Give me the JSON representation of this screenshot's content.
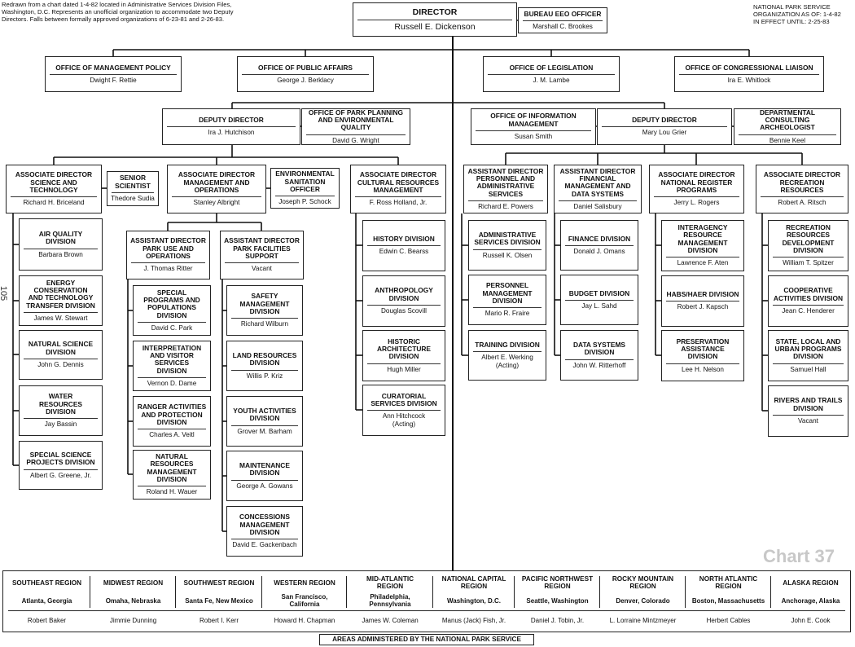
{
  "notes": {
    "left": "Redrawn from a chart dated 1-4-82 located in Administrative Services Division Files,\nWashington, D.C. Represents an unofficial organization to accommodate two Deputy\nDirectors. Falls between formally approved organizations of 6-23-81 and 2-26-83.",
    "right": "National Park Service\nOrganization as of: 1-4-82\nIn effect until: 2-25-83",
    "page_mark": "105",
    "chart_number": "Chart 37"
  },
  "units": {
    "director": {
      "title": "Director",
      "name": "Russell E. Dickenson"
    },
    "eeo": {
      "title": "Bureau EEO Officer",
      "name": "Marshall C. Brookes"
    },
    "mgmt_policy": {
      "title": "Office of Management Policy",
      "name": "Dwight F. Rettie"
    },
    "public_affairs": {
      "title": "Office of Public Affairs",
      "name": "George J. Berklacy"
    },
    "legislation": {
      "title": "Office of Legislation",
      "name": "J. M. Lambe"
    },
    "congressional": {
      "title": "Office of Congressional Liaison",
      "name": "Ira E. Whitlock"
    },
    "deputy_left": {
      "title": "Deputy Director",
      "name": "Ira J. Hutchison"
    },
    "park_planning": {
      "title": "Office of Park Planning\nand Environmental\nQuality",
      "name": "David G. Wright"
    },
    "info_mgmt": {
      "title": "Office of Information\nManagement",
      "name": "Susan Smith"
    },
    "deputy_right": {
      "title": "Deputy Director",
      "name": "Mary Lou Grier"
    },
    "archeologist": {
      "title": "Departmental\nConsulting\nArcheologist",
      "name": "Bennie Keel"
    },
    "ad_science": {
      "title": "Associate Director\nScience and\nTechnology",
      "name": "Richard H. Briceland"
    },
    "senior_scientist": {
      "title": "Senior\nScientist",
      "name": "Thedore Sudia"
    },
    "ad_operations": {
      "title": "Associate Director\nManagement and\nOperations",
      "name": "Stanley Albright"
    },
    "env_sanitation": {
      "title": "Environmental\nSanitation\nOfficer",
      "name": "Joseph P. Schock"
    },
    "ad_cultural": {
      "title": "Associate Director\nCultural Resources\nManagement",
      "name": "F. Ross Holland, Jr."
    },
    "asd_personnel": {
      "title": "Assistant Director\nPersonnel and\nAdministrative\nServices",
      "name": "Richard E. Powers"
    },
    "asd_financial": {
      "title": "Assistant Director\nFinancial\nManagement and\nData Systems",
      "name": "Daniel Salisbury"
    },
    "ad_register": {
      "title": "Associate Director\nNational Register\nPrograms",
      "name": "Jerry L. Rogers"
    },
    "ad_recreation": {
      "title": "Associate Director\nRecreation\nResources",
      "name": "Robert A. Ritsch"
    },
    "air_quality": {
      "title": "Air Quality\nDivision",
      "name": "Barbara Brown"
    },
    "energy": {
      "title": "Energy\nConservation\nand Technology\nTransfer Division",
      "name": "James W. Stewart"
    },
    "natural_science": {
      "title": "Natural Science\nDivision",
      "name": "John G. Dennis"
    },
    "water": {
      "title": "Water\nResources\nDivision",
      "name": "Jay Bassin"
    },
    "special_science": {
      "title": "Special Science\nProjects Division",
      "name": "Albert G. Greene, Jr."
    },
    "asd_park_use": {
      "title": "Assistant Director\nPark Use and\nOperations",
      "name": "J. Thomas Ritter"
    },
    "asd_facilities": {
      "title": "Assistant Director\nPark Facilities\nSupport",
      "name": "Vacant"
    },
    "special_programs": {
      "title": "Special\nPrograms and\nPopulations\nDivision",
      "name": "David C. Park"
    },
    "interpretation": {
      "title": "Interpretation\nand Visitor\nServices\nDivision",
      "name": "Vernon D. Dame"
    },
    "ranger": {
      "title": "Ranger Activities\nand Protection\nDivision",
      "name": "Charles A. Veitl"
    },
    "natural_resources": {
      "title": "Natural\nResources\nManagement\nDivision",
      "name": "Roland H. Wauer"
    },
    "safety": {
      "title": "Safety\nManagement\nDivision",
      "name": "Richard Wilburn"
    },
    "land_resources": {
      "title": "Land Resources\nDivision",
      "name": "Willis P. Kriz"
    },
    "youth": {
      "title": "Youth Activities\nDivision",
      "name": "Grover M. Barham"
    },
    "maintenance": {
      "title": "Maintenance\nDivision",
      "name": "George A. Gowans"
    },
    "concessions": {
      "title": "Concessions\nManagement\nDivision",
      "name": "David E. Gackenbach"
    },
    "history": {
      "title": "History Division",
      "name": "Edwin C. Bearss"
    },
    "anthropology": {
      "title": "Anthropology\nDivision",
      "name": "Douglas Scovill"
    },
    "historic_arch": {
      "title": "Historic\nArchitecture\nDivision",
      "name": "Hugh Miller"
    },
    "curatorial": {
      "title": "Curatorial\nServices Division",
      "name": "Ann Hitchcock\n(Acting)"
    },
    "admin_services": {
      "title": "Administrative\nServices Division",
      "name": "Russell K. Olsen"
    },
    "personnel_mgmt": {
      "title": "Personnel\nManagement\nDivision",
      "name": "Mario R. Fraire"
    },
    "training": {
      "title": "Training Division",
      "name": "Albert E. Werking\n(Acting)"
    },
    "finance": {
      "title": "Finance Division",
      "name": "Donald J. Omans"
    },
    "budget": {
      "title": "Budget Division",
      "name": "Jay L. Sahd"
    },
    "data_systems": {
      "title": "Data Systems\nDivision",
      "name": "John W. Ritterhoff"
    },
    "interagency": {
      "title": "Interagency\nResource\nManagement\nDivision",
      "name": "Lawrence F. Aten"
    },
    "habs": {
      "title": "HABS/HAER Division",
      "name": "Robert J. Kapsch"
    },
    "preservation": {
      "title": "Preservation\nAssistance\nDivision",
      "name": "Lee H. Nelson"
    },
    "recreation_dev": {
      "title": "Recreation\nResources\nDevelopment\nDivision",
      "name": "William T. Spitzer"
    },
    "cooperative": {
      "title": "Cooperative\nActivities Division",
      "name": "Jean C. Henderer"
    },
    "state_local": {
      "title": "State, Local and\nUrban Programs\nDivision",
      "name": "Samuel Hall"
    },
    "rivers_trails": {
      "title": "Rivers and Trails\nDivision",
      "name": "Vacant"
    }
  },
  "regions": [
    {
      "name": "Southeast Region",
      "city": "Atlanta, Georgia",
      "director": "Robert Baker"
    },
    {
      "name": "Midwest Region",
      "city": "Omaha, Nebraska",
      "director": "Jimmie Dunning"
    },
    {
      "name": "Southwest Region",
      "city": "Santa Fe, New Mexico",
      "director": "Robert I. Kerr"
    },
    {
      "name": "Western Region",
      "city": "San Francisco,\nCalifornia",
      "director": "Howard H. Chapman"
    },
    {
      "name": "Mid-Atlantic\nRegion",
      "city": "Philadelphia,\nPennsylvania",
      "director": "James W. Coleman"
    },
    {
      "name": "National Capital\nRegion",
      "city": "Washington, D.C.",
      "director": "Manus (Jack) Fish, Jr."
    },
    {
      "name": "Pacific Northwest\nRegion",
      "city": "Seattle, Washington",
      "director": "Daniel J. Tobin, Jr."
    },
    {
      "name": "Rocky Mountain\nRegion",
      "city": "Denver, Colorado",
      "director": "L. Lorraine Mintzmeyer"
    },
    {
      "name": "North Atlantic\nRegion",
      "city": "Boston, Massachusetts",
      "director": "Herbert Cables"
    },
    {
      "name": "Alaska Region",
      "city": "Anchorage, Alaska",
      "director": "John E. Cook"
    }
  ],
  "footer": "Areas Administered by the National Park Service"
}
